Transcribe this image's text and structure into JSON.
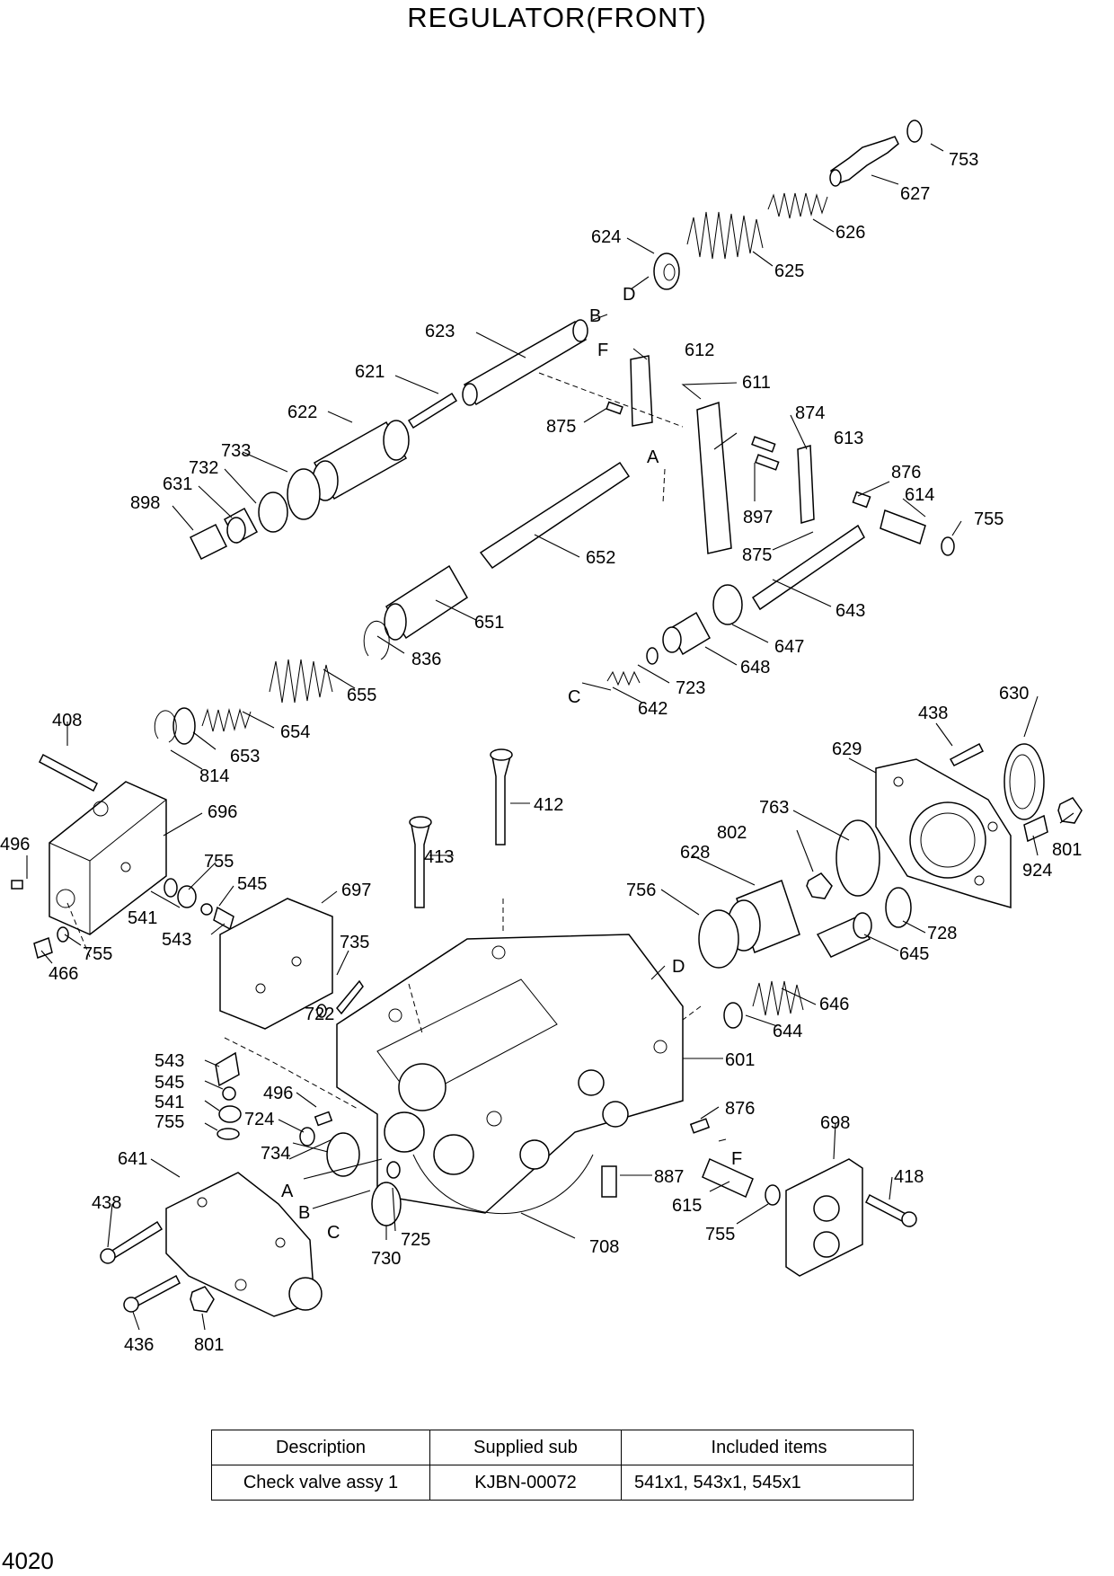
{
  "title": "REGULATOR(FRONT)",
  "page_number": "4020",
  "callouts": [
    "753",
    "627",
    "626",
    "624",
    "625",
    "D",
    "623",
    "B",
    "F",
    "612",
    "621",
    "611",
    "622",
    "874",
    "875",
    "613",
    "A",
    "733",
    "732",
    "876",
    "631",
    "614",
    "898",
    "755",
    "897",
    "652",
    "875",
    "651",
    "643",
    "647",
    "836",
    "648",
    "723",
    "C",
    "642",
    "655",
    "654",
    "653",
    "630",
    "408",
    "438",
    "629",
    "814",
    "412",
    "696",
    "763",
    "802",
    "801",
    "496",
    "413",
    "628",
    "924",
    "755",
    "545",
    "756",
    "541",
    "697",
    "728",
    "543",
    "735",
    "645",
    "755",
    "466",
    "D",
    "646",
    "722",
    "644",
    "543",
    "601",
    "545",
    "496",
    "541",
    "876",
    "698",
    "755",
    "724",
    "418",
    "734",
    "F",
    "641",
    "A",
    "887",
    "615",
    "B",
    "438",
    "C",
    "725",
    "755",
    "708",
    "730",
    "436",
    "801"
  ],
  "table": {
    "headers": [
      "Description",
      "Supplied sub",
      "Included items"
    ],
    "rows": [
      [
        "Check valve assy 1",
        "KJBN-00072",
        "541x1, 543x1, 545x1"
      ]
    ]
  }
}
